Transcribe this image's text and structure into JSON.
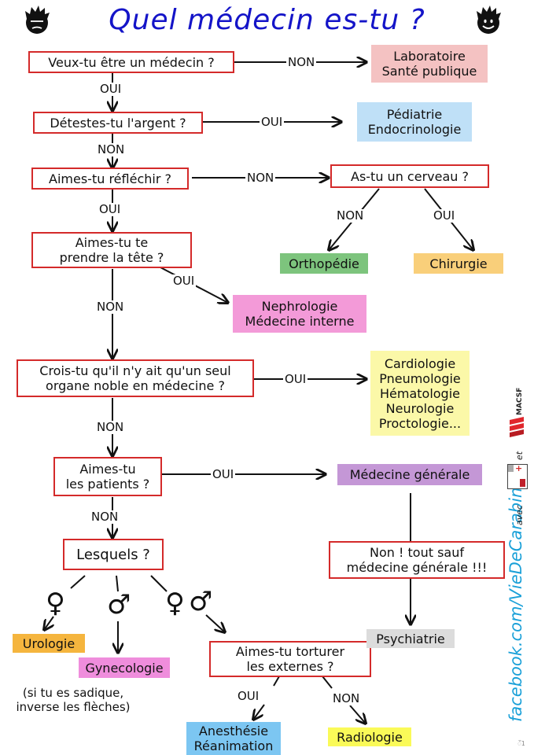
{
  "title": "Quel médecin es-tu ?",
  "icons": {
    "left_face": "grumpy-face-icon",
    "right_face": "smiling-face-icon",
    "female": "♀",
    "male": "♂"
  },
  "colors": {
    "title": "#1414c8",
    "question_border": "#d42a2a",
    "laboratoire": "#f4c2c2",
    "pediatrie": "#bfe0f7",
    "orthopedie": "#7dc47d",
    "chirurgie": "#f9cf7a",
    "nephrologie": "#f39ad8",
    "cardiologie": "#fbf8a8",
    "medecine_generale": "#c497d6",
    "psychiatrie": "#dcdcdc",
    "urologie": "#f5b53e",
    "gynecologie": "#ef8ddc",
    "anesthesie": "#7cc6f2",
    "radiologie": "#fafa58",
    "facebook": "#1aa0d8"
  },
  "questions": {
    "q1": [
      "Veux-tu être un médecin ?"
    ],
    "q2": [
      "Détestes-tu l'argent ?"
    ],
    "q3": [
      "Aimes-tu réfléchir ?"
    ],
    "q3b": [
      "As-tu un cerveau ?"
    ],
    "q4": [
      "Aimes-tu te",
      "prendre la tête ?"
    ],
    "q5": [
      "Crois-tu qu'il n'y ait qu'un seul",
      "organe noble en médecine ?"
    ],
    "q6": [
      "Aimes-tu",
      "les patients ?"
    ],
    "q7": [
      "Lesquels ?"
    ],
    "q8": [
      "Non ! tout sauf",
      "médecine générale !!!"
    ],
    "q9": [
      "Aimes-tu torturer",
      "les externes ?"
    ]
  },
  "results": {
    "laboratoire": [
      "Laboratoire",
      "Santé publique"
    ],
    "pediatrie": [
      "Pédiatrie",
      "Endocrinologie"
    ],
    "orthopedie": [
      "Orthopédie"
    ],
    "chirurgie": [
      "Chirurgie"
    ],
    "nephrologie": [
      "Nephrologie",
      "Médecine interne"
    ],
    "cardiologie": [
      "Cardiologie",
      "Pneumologie",
      "Hématologie",
      "Neurologie",
      "Proctologie..."
    ],
    "medecine_generale": [
      "Médecine générale"
    ],
    "psychiatrie": [
      "Psychiatrie"
    ],
    "urologie": [
      "Urologie"
    ],
    "gynecologie": [
      "Gynecologie"
    ],
    "anesthesie": [
      "Anesthésie",
      "Réanimation"
    ],
    "radiologie": [
      "Radiologie"
    ]
  },
  "edges": {
    "q1_non": "NON",
    "q1_oui": "OUI",
    "q2_oui": "OUI",
    "q2_non": "NON",
    "q3_non": "NON",
    "q3_oui": "OUI",
    "q3b_non": "NON",
    "q3b_oui": "OUI",
    "q4_oui": "OUI",
    "q4_non": "NON",
    "q5_oui": "OUI",
    "q5_non": "NON",
    "q6_oui": "OUI",
    "q6_non": "NON",
    "q9_oui": "OUI",
    "q9_non": "NON"
  },
  "note": [
    "(si tu es sadique,",
    "inverse les flèches)"
  ],
  "credits": {
    "facebook": "facebook.com/VieDeCarabin",
    "avec": "avec",
    "conf": "Conf+",
    "et": "et",
    "macsf": "MACSF",
    "footnote": "ँ1"
  }
}
